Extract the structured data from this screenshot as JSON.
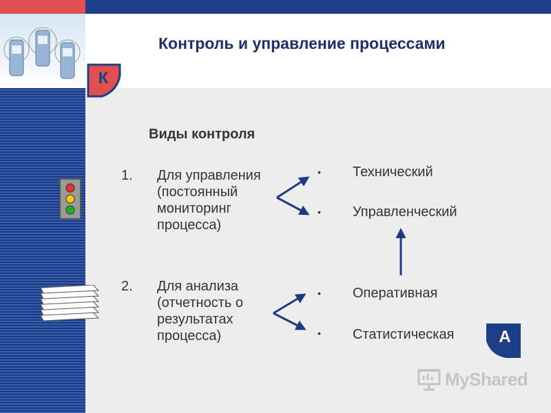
{
  "title": "Контроль и управление процессами",
  "badge_k": "К",
  "badge_a": "А",
  "subtitle": "Виды контроля",
  "items": [
    {
      "number": "1.",
      "lines": [
        "Для управления",
        "(постоянный",
        "мониторинг",
        "процесса)"
      ]
    },
    {
      "number": "2.",
      "lines": [
        "Для анализа",
        "(отчетность о",
        "результатах",
        "процесса)"
      ]
    }
  ],
  "right_items": [
    "Технический",
    "Управленческий",
    "Оперативная",
    "Статистическая"
  ],
  "bullet_glyph": "•",
  "watermark": "MyShared",
  "colors": {
    "title": "#1e2f6e",
    "arrow": "#1a3a86",
    "accent_red": "#e05050",
    "accent_blue": "#1e3f88"
  }
}
